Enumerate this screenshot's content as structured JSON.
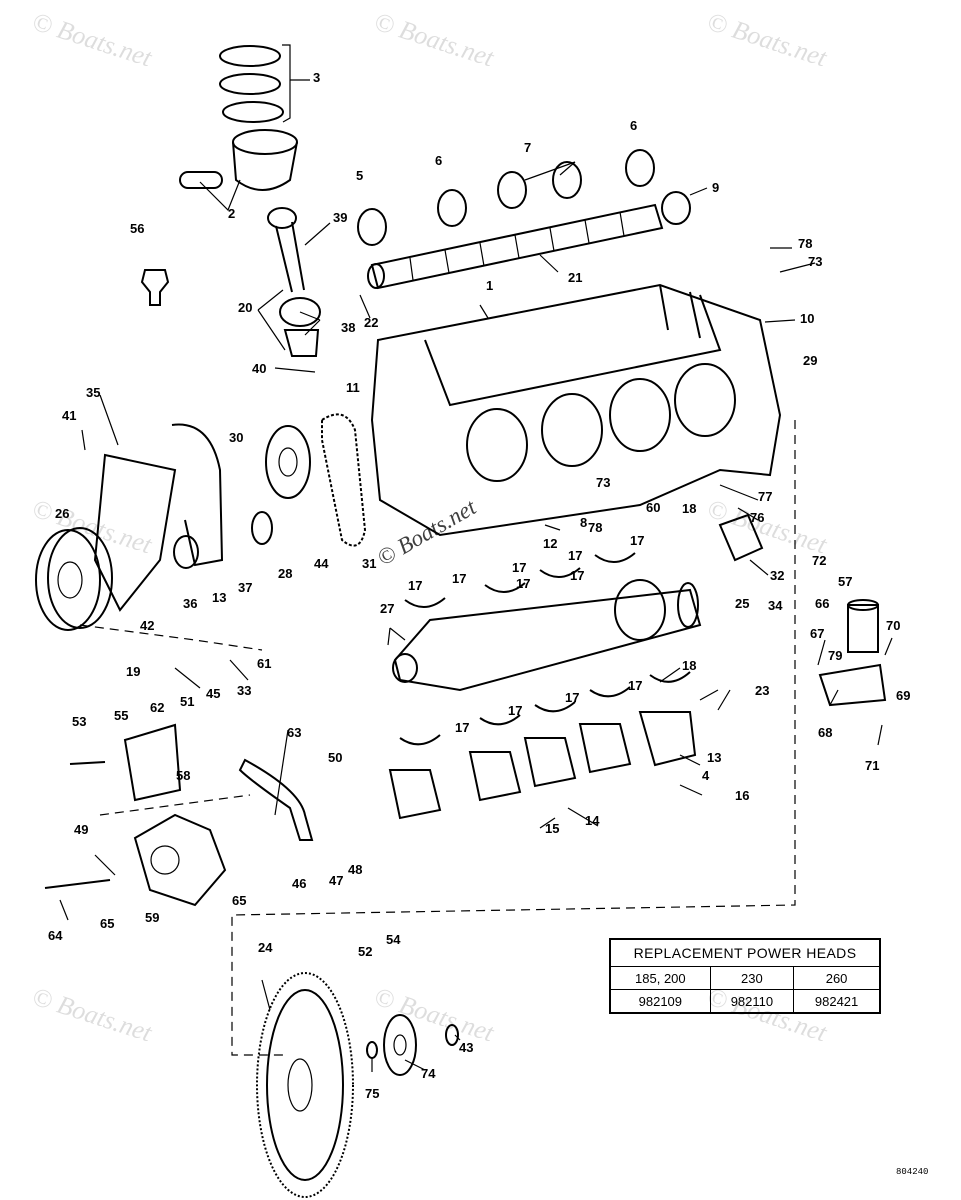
{
  "watermark": "© Boats.net",
  "callouts": [
    "1",
    "2",
    "3",
    "4",
    "5",
    "6",
    "6",
    "7",
    "8",
    "9",
    "10",
    "11",
    "12",
    "13",
    "13",
    "14",
    "15",
    "16",
    "17",
    "17",
    "17",
    "17",
    "17",
    "17",
    "17",
    "17",
    "17",
    "17",
    "17",
    "18",
    "18",
    "19",
    "20",
    "21",
    "22",
    "23",
    "24",
    "25",
    "26",
    "27",
    "28",
    "29",
    "30",
    "31",
    "32",
    "33",
    "34",
    "35",
    "36",
    "37",
    "38",
    "39",
    "40",
    "41",
    "42",
    "43",
    "44",
    "45",
    "46",
    "47",
    "48",
    "49",
    "50",
    "51",
    "52",
    "53",
    "54",
    "55",
    "56",
    "57",
    "58",
    "59",
    "60",
    "61",
    "62",
    "63",
    "64",
    "65",
    "65",
    "66",
    "67",
    "68",
    "69",
    "70",
    "71",
    "72",
    "73",
    "73",
    "74",
    "75",
    "76",
    "77",
    "78",
    "78",
    "79"
  ],
  "table": {
    "title": "REPLACEMENT POWER HEADS",
    "headers": [
      "185, 200",
      "230",
      "260"
    ],
    "values": [
      "982109",
      "982110",
      "982421"
    ]
  },
  "footer_code": "804240"
}
